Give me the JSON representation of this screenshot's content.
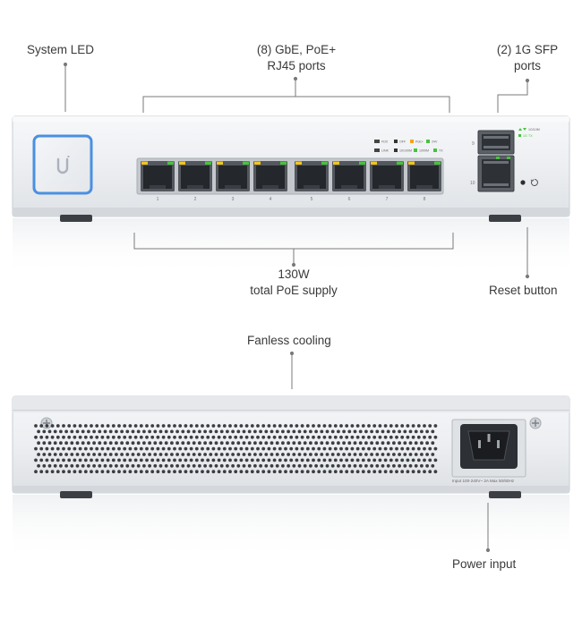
{
  "front": {
    "labels": {
      "system_led": "System LED",
      "gbe_ports_line1": "(8) GbE, PoE+",
      "gbe_ports_line2": "RJ45 ports",
      "sfp_line1": "(2) 1G SFP",
      "sfp_line2": "ports",
      "poe_supply_line1": "130W",
      "poe_supply_line2": "total PoE supply",
      "reset_button": "Reset button"
    },
    "port_numbers": [
      "1",
      "2",
      "3",
      "4",
      "5",
      "6",
      "7",
      "8"
    ],
    "sfp_numbers": [
      "9",
      "10"
    ],
    "led_legend": {
      "row1": [
        "FDX",
        "OFF",
        "PoE+",
        "24V"
      ],
      "row2": [
        "LINK",
        "10/100M",
        "1000M",
        "TX"
      ],
      "sfp": [
        "1G/10M",
        "1G",
        "TX"
      ]
    }
  },
  "back": {
    "labels": {
      "fanless": "Fanless cooling",
      "power_input": "Power input"
    },
    "power_rating": "Input 100-240V~ 2A Max 50/60Hz"
  },
  "colors": {
    "led_blue": "#4a90e2",
    "port_green": "#47c23d",
    "port_amber": "#f3c41c",
    "chassis": "#eceef1"
  }
}
